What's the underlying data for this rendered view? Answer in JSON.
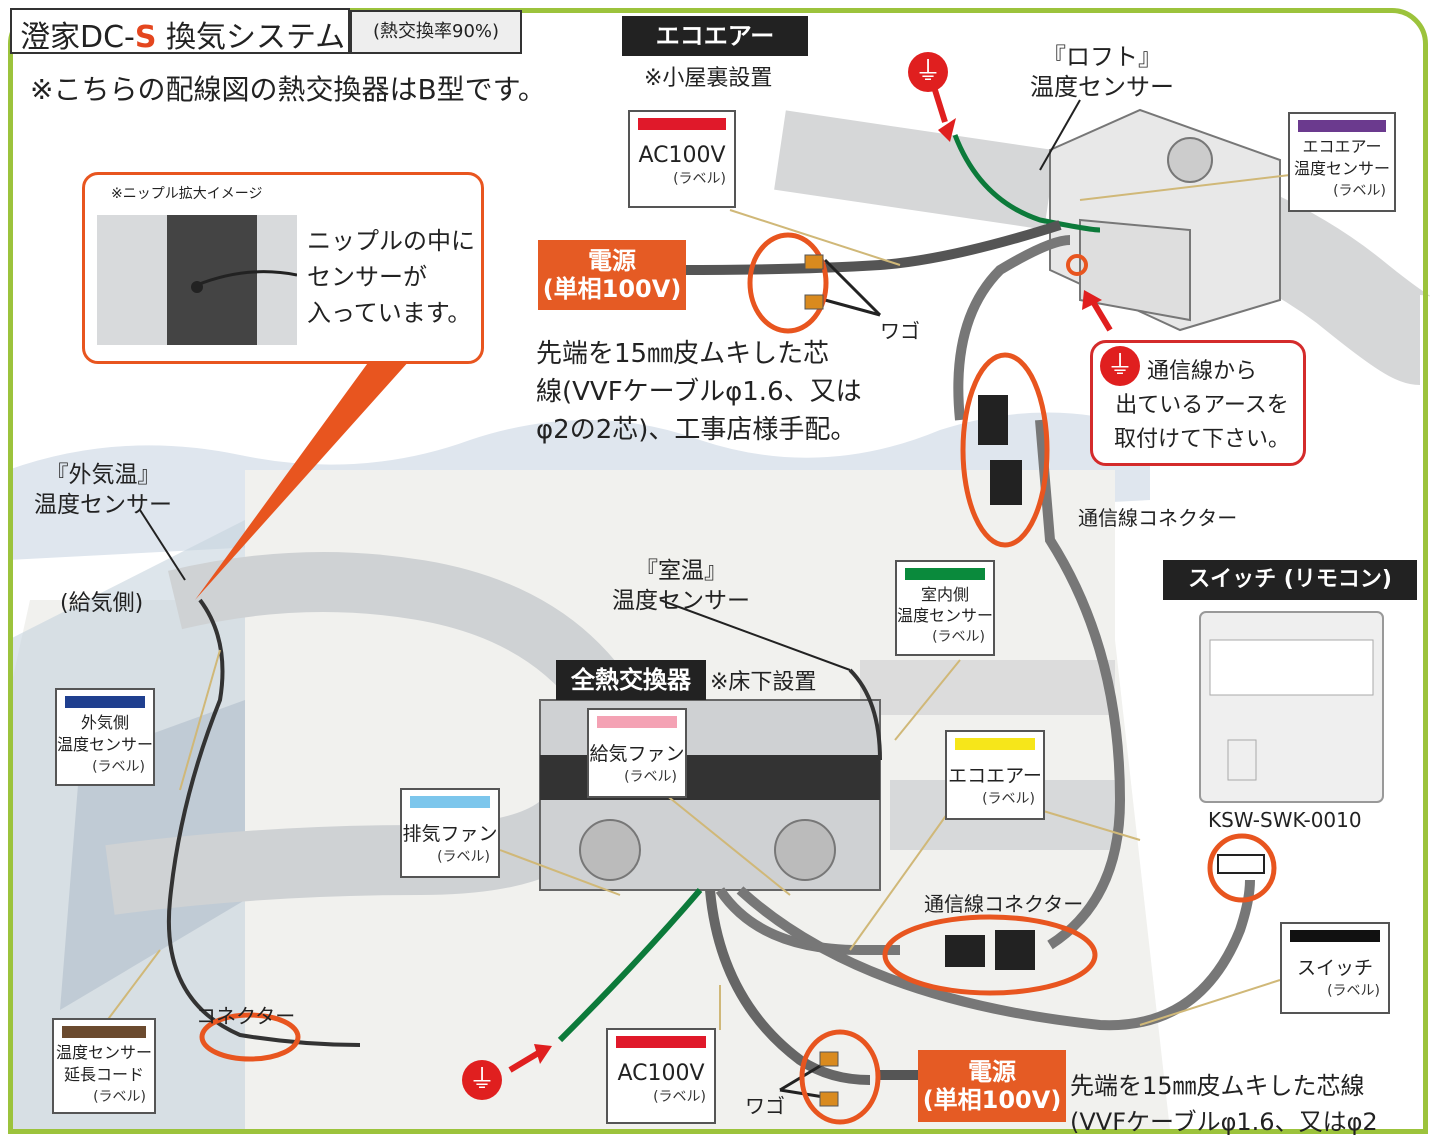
{
  "header": {
    "title_main": "澄家DC-",
    "title_s": "S",
    "title_rest": " 換気システム",
    "title_sub": "(熱交換率90%)",
    "note": "※こちらの配線図の熱交換器はB型です。"
  },
  "ecoair": {
    "badge": "エコエアー",
    "note": "※小屋裏設置"
  },
  "loft_sensor": "『ロフト』\n温度センサー",
  "outdoor_sensor": "『外気温』\n温度センサー",
  "supply_side": "(給気側)",
  "room_sensor": "『室温』\n温度センサー",
  "heat_exchanger": {
    "badge": "全熱交換器",
    "note": "※床下設置"
  },
  "nipple_callout": {
    "caption": "※ニップル拡大イメージ",
    "text": "ニップルの中に\nセンサーが\n入っています。"
  },
  "ground_callout": {
    "text": "通信線から\n出ているアースを\n取付けて下さい。"
  },
  "power_top": {
    "line1": "電源",
    "line2": "(単相100V)"
  },
  "power_bottom": {
    "line1": "電源",
    "line2": "(単相100V)"
  },
  "wago_top": "ワゴ",
  "wago_bottom": "ワゴ",
  "cable_note_top": "先端を15㎜皮ムキした芯\n線(VVFケーブルφ1.6、又は\nφ2の2芯)、工事店様手配。",
  "cable_note_bottom": "先端を15㎜皮ムキした芯線\n(VVFケーブルφ1.6、又はφ2",
  "comm_connector_top": "通信線コネクター",
  "comm_connector_mid": "通信線コネクター",
  "connector": "コネクター",
  "switch": {
    "badge": "スイッチ (リモコン)",
    "model": "KSW-SWK-0010"
  },
  "labels": {
    "ac100v_top": {
      "main": "AC100V",
      "sub": "(ラベル)",
      "color": "#e0192a"
    },
    "ecoair_sensor": {
      "main": "エコエアー\n温度センサー",
      "sub": "(ラベル)",
      "color": "#6b3a8e"
    },
    "indoor_sensor": {
      "main": "室内側\n温度センサー",
      "sub": "(ラベル)",
      "color": "#0a8a3c"
    },
    "outdoor_sensor": {
      "main": "外気側\n温度センサー",
      "sub": "(ラベル)",
      "color": "#1f3f8f"
    },
    "supply_fan": {
      "main": "給気ファン",
      "sub": "(ラベル)",
      "color": "#f4a2b4"
    },
    "exhaust_fan": {
      "main": "排気ファン",
      "sub": "(ラベル)",
      "color": "#7cc6ec"
    },
    "ecoair": {
      "main": "エコエアー",
      "sub": "(ラベル)",
      "color": "#f6e61a"
    },
    "extension": {
      "main": "温度センサー\n延長コード",
      "sub": "(ラベル)",
      "color": "#6b4a2e"
    },
    "ac100v_bottom": {
      "main": "AC100V",
      "sub": "(ラベル)",
      "color": "#e0192a"
    },
    "switch": {
      "main": "スイッチ",
      "sub": "(ラベル)",
      "color": "#111111"
    }
  },
  "colors": {
    "accent_orange": "#e8551f",
    "frame_green": "#9cc33c",
    "ground_red": "#e01f1f"
  }
}
